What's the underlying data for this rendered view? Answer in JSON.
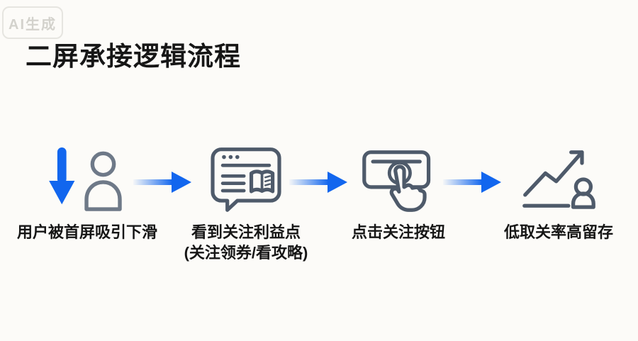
{
  "watermark": {
    "label": "AI生成"
  },
  "header": {
    "title": "二屏承接逻辑流程"
  },
  "colors": {
    "background": "#fcfbf8",
    "accent_blue": "#1266ee",
    "icon_gray": "#4e5a6a",
    "icon_gray_light": "#6e7988",
    "text_dark": "#161616",
    "watermark_gray": "#d3d2cc",
    "watermark_border": "#e6e5e0"
  },
  "flow": {
    "steps": [
      {
        "icon": "scroll-down-user-icon",
        "label": "用户被首屏吸引下滑",
        "sublabel": ""
      },
      {
        "icon": "browser-book-bubble-icon",
        "label": "看到关注利益点",
        "sublabel": "(关注领券/看攻略)"
      },
      {
        "icon": "tap-follow-button-icon",
        "label": "点击关注按钮",
        "sublabel": ""
      },
      {
        "icon": "growth-retention-icon",
        "label": "低取关率高留存",
        "sublabel": ""
      }
    ],
    "connector": "arrow-right-icon"
  }
}
